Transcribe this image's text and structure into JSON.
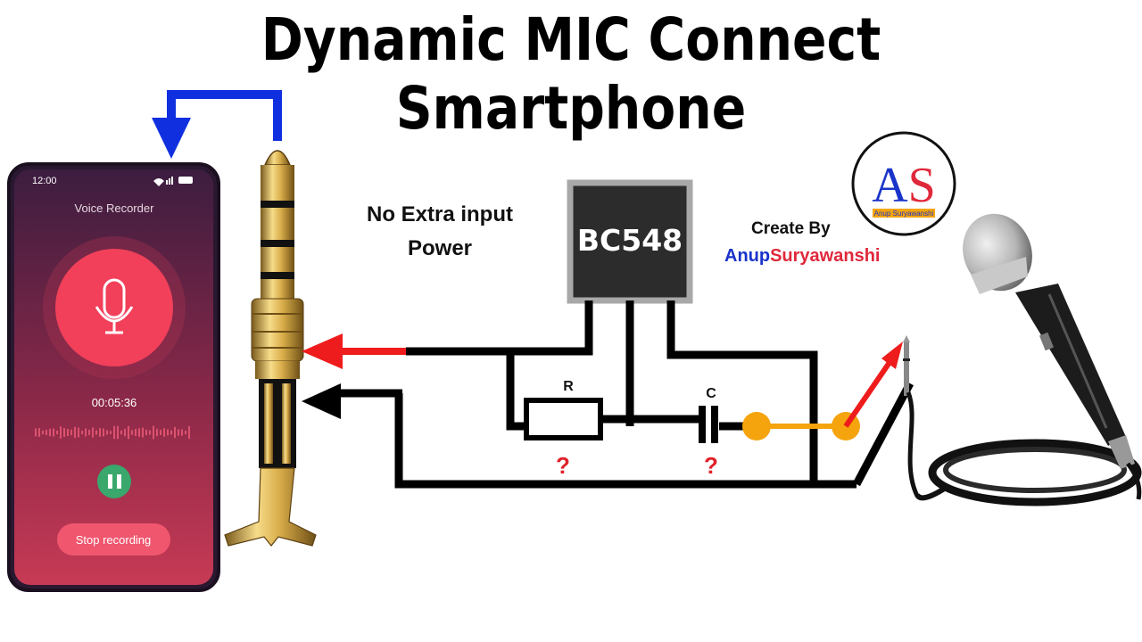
{
  "title": "Dynamic MIC Connect Smartphone",
  "note": {
    "line1": "No Extra input",
    "line2": "Power"
  },
  "transistor": {
    "label": "BC548"
  },
  "resistor": {
    "label": "R",
    "value": "?"
  },
  "capacitor": {
    "label": "C",
    "value": "?"
  },
  "credit": {
    "label": "Create By",
    "first": "Anup",
    "last": "Suryawanshi"
  },
  "logo": {
    "letters": "AS",
    "subtext": "Anup Suryawanshi"
  },
  "phone": {
    "time": "12:00",
    "app_title": "Voice Recorder",
    "timer": "00:05:36",
    "stop_label": "Stop recording"
  },
  "colors": {
    "wire": "#000000",
    "arrow_red": "#ee1c1c",
    "arrow_blue": "#1030e0",
    "mic_wire": "#f5a40d",
    "phone_accent": "#f2405a",
    "pause_green": "#3aa76d"
  }
}
